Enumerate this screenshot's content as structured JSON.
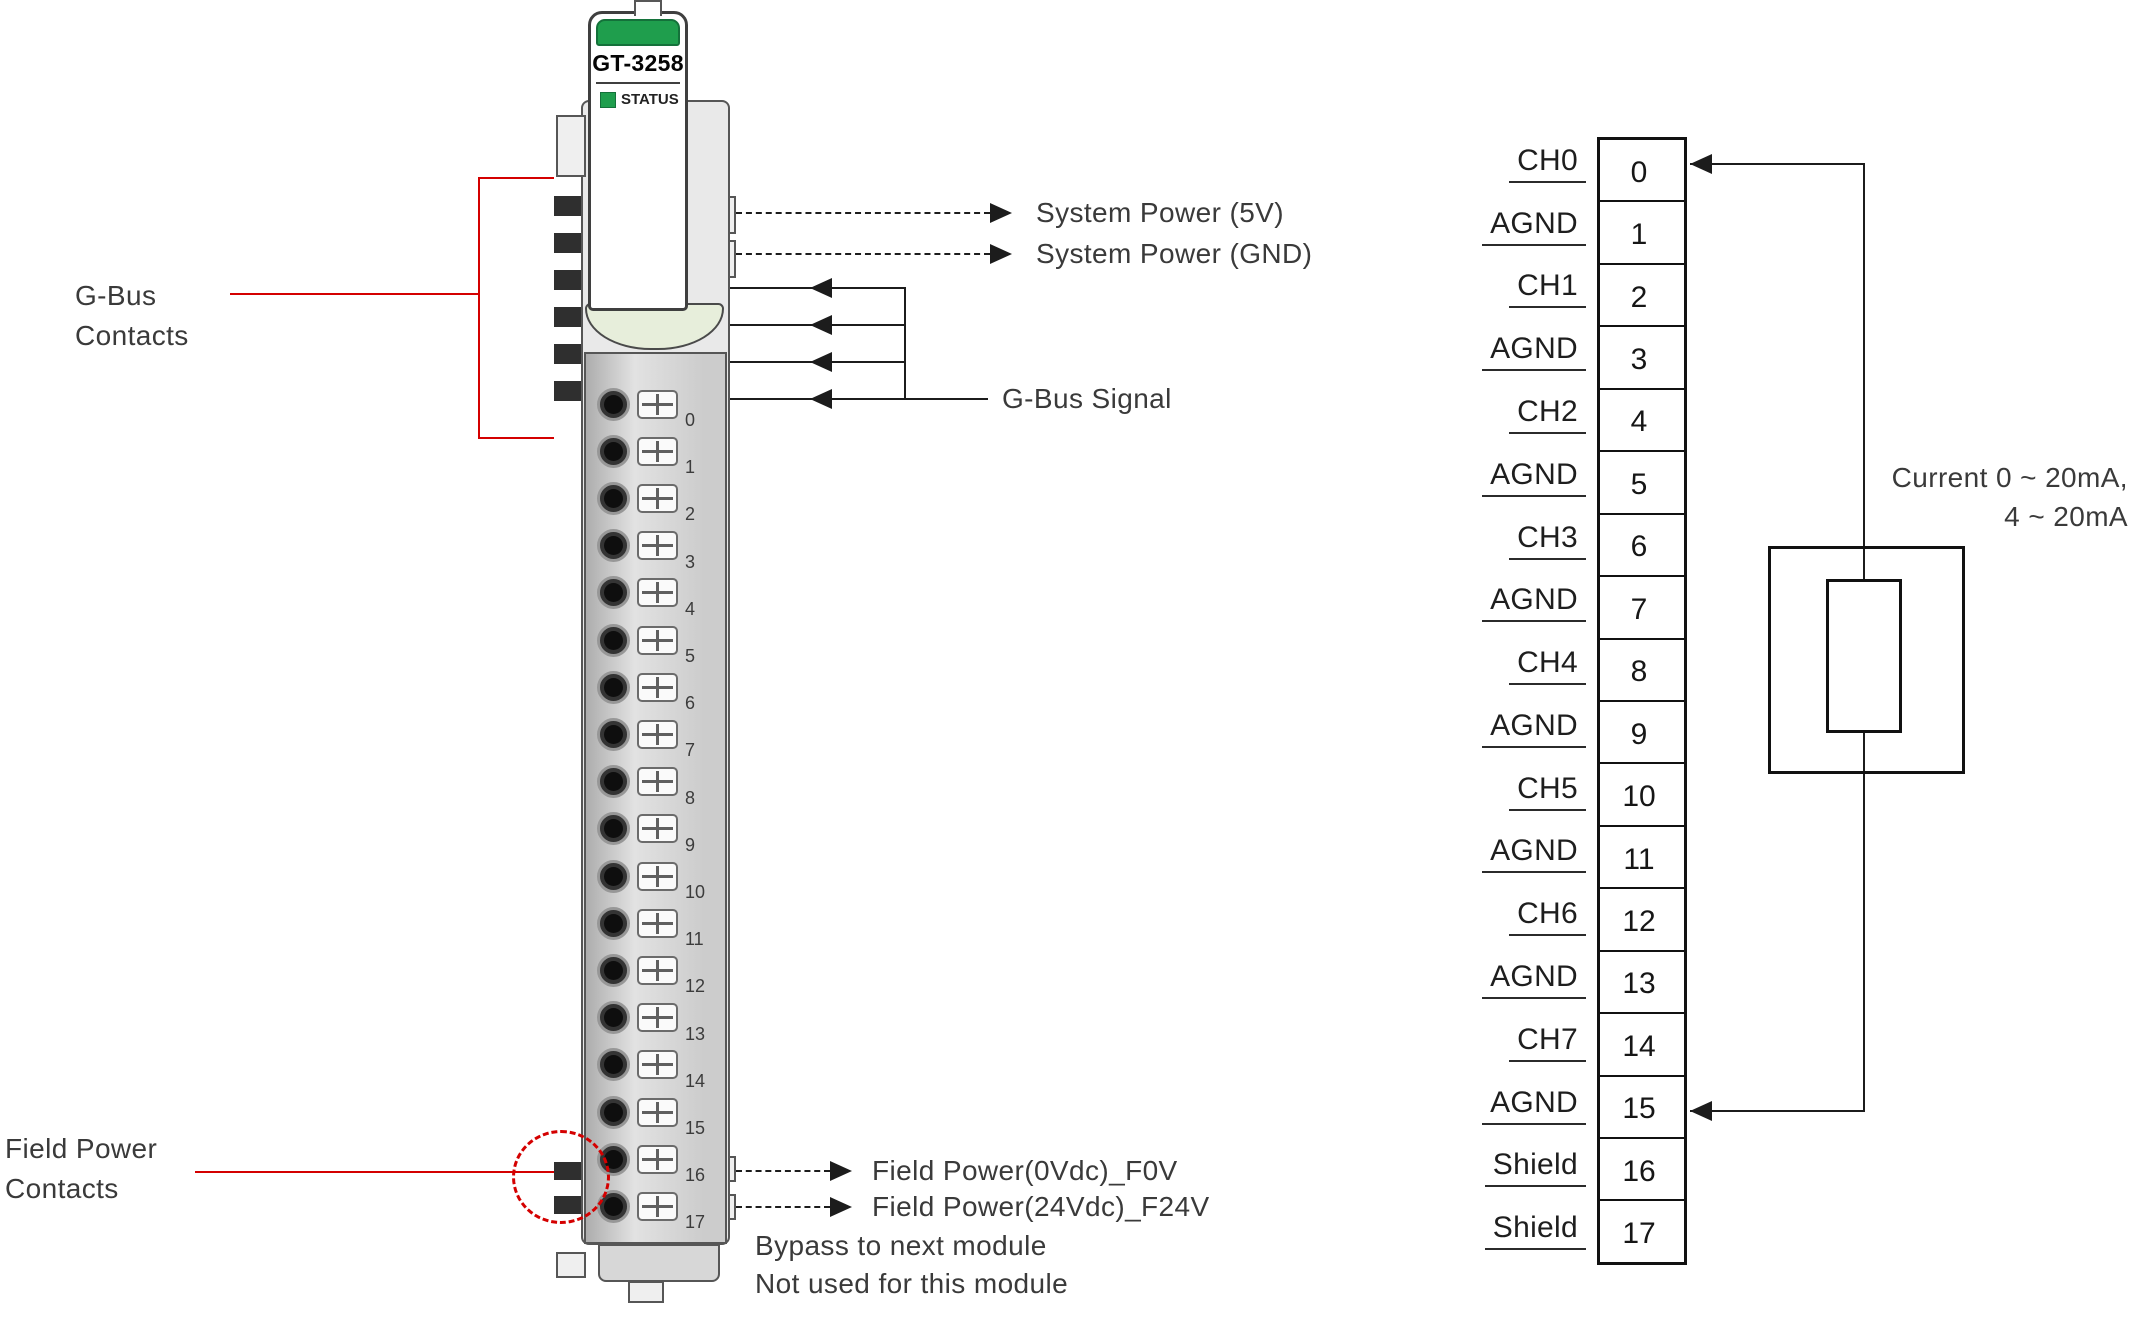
{
  "module": {
    "model": "GT-3258",
    "status_label": "STATUS",
    "pins": [
      "0",
      "1",
      "2",
      "3",
      "4",
      "5",
      "6",
      "7",
      "8",
      "9",
      "10",
      "11",
      "12",
      "13",
      "14",
      "15",
      "16",
      "17"
    ]
  },
  "left_callouts": {
    "gbus_contacts_line1": "G-Bus",
    "gbus_contacts_line2": "Contacts",
    "field_power_contacts_line1": "Field Power",
    "field_power_contacts_line2": "Contacts"
  },
  "right_callouts": {
    "system_power_5v": "System Power (5V)",
    "system_power_gnd": "System Power (GND)",
    "gbus_signal": "G-Bus Signal"
  },
  "bottom_callouts": {
    "field_power_0v": "Field Power(0Vdc)_F0V",
    "field_power_24v": "Field Power(24Vdc)_F24V",
    "bypass_note": "Bypass to next module",
    "not_used_note": "Not used for this module"
  },
  "terminal_block": {
    "rows": [
      {
        "label": "CH0",
        "pin": "0"
      },
      {
        "label": "AGND",
        "pin": "1"
      },
      {
        "label": "CH1",
        "pin": "2"
      },
      {
        "label": "AGND",
        "pin": "3"
      },
      {
        "label": "CH2",
        "pin": "4"
      },
      {
        "label": "AGND",
        "pin": "5"
      },
      {
        "label": "CH3",
        "pin": "6"
      },
      {
        "label": "AGND",
        "pin": "7"
      },
      {
        "label": "CH4",
        "pin": "8"
      },
      {
        "label": "AGND",
        "pin": "9"
      },
      {
        "label": "CH5",
        "pin": "10"
      },
      {
        "label": "AGND",
        "pin": "11"
      },
      {
        "label": "CH6",
        "pin": "12"
      },
      {
        "label": "AGND",
        "pin": "13"
      },
      {
        "label": "CH7",
        "pin": "14"
      },
      {
        "label": "AGND",
        "pin": "15"
      },
      {
        "label": "Shield",
        "pin": "16"
      },
      {
        "label": "Shield",
        "pin": "17"
      }
    ]
  },
  "load_annotation": {
    "current_line1": "Current 0 ~ 20mA,",
    "current_line2": "4 ~ 20mA"
  },
  "colors": {
    "annotation_red": "#d40000",
    "brand_green": "#1f9e4d",
    "latch_green": "#e7eedb"
  }
}
